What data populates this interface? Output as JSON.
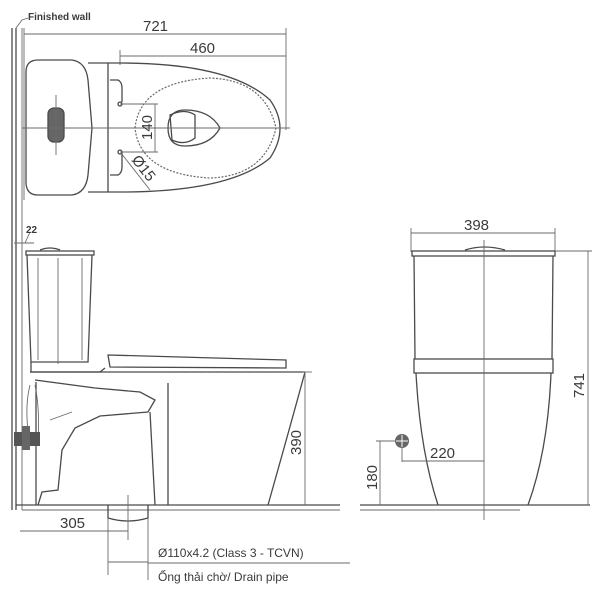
{
  "drawing": {
    "title": "Two-piece toilet dimension drawing",
    "labels": {
      "finished_wall": "Finished wall",
      "pipe_spec": "Ø110x4.2 (Class 3 - TCVN)",
      "drain_pipe": "Ống thải chờ/ Drain pipe"
    },
    "views": {
      "top": {
        "dimensions": {
          "overall_length": "721",
          "bowl_length": "460",
          "seat_hole_spacing": "140",
          "hole_diameter": "Ø15"
        }
      },
      "side": {
        "dimensions": {
          "wall_gap": "22",
          "seat_height": "390",
          "drain_offset": "305"
        }
      },
      "front": {
        "dimensions": {
          "width": "398",
          "height": "741",
          "supply_height": "180",
          "supply_offset": "220"
        }
      }
    },
    "colors": {
      "line": "#4a4a4a",
      "background": "#ffffff"
    }
  }
}
